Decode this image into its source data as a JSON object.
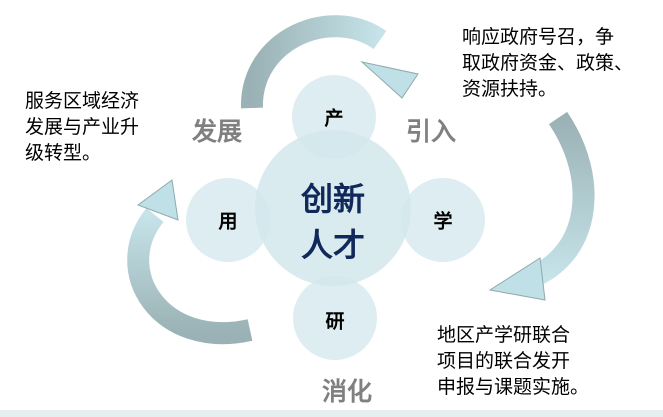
{
  "core": {
    "line1": "创新",
    "line2": "人才"
  },
  "nodes": {
    "top": "产",
    "left": "用",
    "right": "学",
    "bottom": "研"
  },
  "stages": {
    "develop": "发展",
    "introduce": "引入",
    "digest": "消化"
  },
  "notes": {
    "top_right": [
      "响应政府号召，争",
      "取政府资金、政策、",
      "资源扶持。"
    ],
    "left": [
      "服务区域经济",
      "发展与产业升",
      "级转型。"
    ],
    "bottom_right": [
      "地区产学研联合",
      "项目的联合发开",
      "申报与课题实施。"
    ]
  },
  "colors": {
    "circle": "#d3e7ec",
    "arrow_light": "#b7dbe2",
    "arrow_dark": "#8fa9ad",
    "core_text": "#10285a",
    "stage_text": "#808080"
  }
}
